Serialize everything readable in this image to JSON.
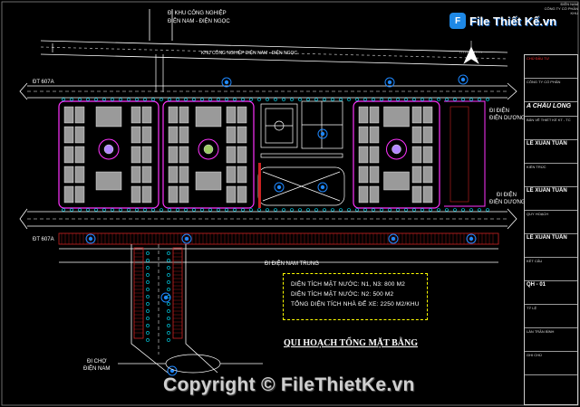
{
  "labels": {
    "kcn_top": "ĐI KHU CÔNG NGHIỆP",
    "dien_nam_dien_ngoc_top": "ĐIỆN NAM - ĐIỆN NGỌC",
    "kcn_road": "KHU CÔNG NGHIỆP ĐIỆN NAM - ĐIỆN NGỌC",
    "dt607a_top": "ĐT 607A",
    "dt607a_bottom": "ĐT 607A",
    "di_dien_duong_1": "ĐI ĐIỆN",
    "di_dien_duong_2": "ĐIỆN DƯƠNG",
    "di_dien_duong_3": "ĐI ĐIỆN",
    "di_dien_duong_4": "ĐIỆN DƯƠNG",
    "di_dien_nam_trung": "ĐI ĐIỆN NAM TRUNG",
    "di_cho_1": "ĐI CHỢ",
    "di_cho_2": "ĐIỆN NAM"
  },
  "legend": {
    "line1": "DIỆN TÍCH MẶT NƯỚC: N1, N3: 800 M2",
    "line2": "DIỆN TÍCH MẶT NƯỚC: N2: 500 M2",
    "line3": "TỔNG DIỆN TÍCH NHÀ ĐỂ XE: 2250 M2/KHU"
  },
  "main_title": "QUI HOẠCH TỔNG MẶT BẰNG",
  "watermark": {
    "logo_letter": "F",
    "site": "File Thiết Kế.vn",
    "copyright": "Copyright © FileThietKe.vn"
  },
  "titleblock": {
    "top_lines": [
      "ĐIỆN NAM",
      "CÔNG TY CỔ PHẦN",
      "KHU"
    ],
    "rows": [
      {
        "text": "CHỦ ĐẦU TƯ",
        "style": "red"
      },
      {
        "text": "CÔNG TY CỔ PHẦN",
        "style": ""
      },
      {
        "text": "A CHÂU LONG",
        "style": "big"
      },
      {
        "text": "BẢN VẼ THIẾT KẾ KT - TC",
        "style": ""
      },
      {
        "text": "LÊ XUÂN TUẤN",
        "style": "mid"
      },
      {
        "text": "KIẾN TRÚC",
        "style": ""
      },
      {
        "text": "LÊ XUÂN TUẤN",
        "style": "mid"
      },
      {
        "text": "QUY HOẠCH",
        "style": ""
      },
      {
        "text": "LÊ XUÂN TUẤN",
        "style": "mid"
      },
      {
        "text": "KẾT CẤU",
        "style": ""
      },
      {
        "text": "QH - 01",
        "style": "mid"
      },
      {
        "text": "TỶ LỆ",
        "style": ""
      },
      {
        "text": "LÀN TRẦN BÌNH",
        "style": ""
      },
      {
        "text": "GHI CHÚ",
        "style": ""
      }
    ]
  },
  "colors": {
    "road": "#ffffff",
    "block": "#ff33ff",
    "building": "#9a9a9a",
    "water": "#1e88ff",
    "tree": "#00e5ff",
    "parking": "#cc2222",
    "yellow": "#ffff00"
  }
}
